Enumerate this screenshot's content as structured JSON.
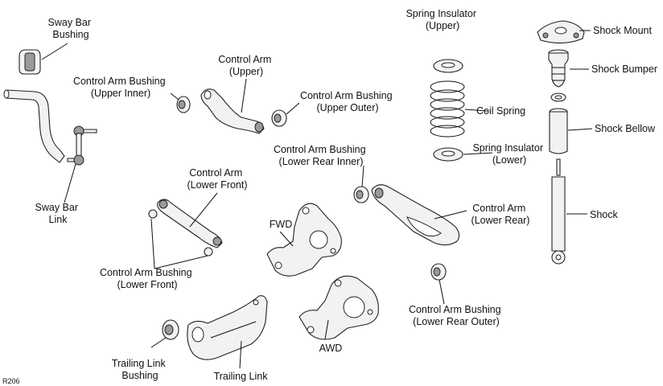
{
  "diagram_ref": "R206",
  "labels": {
    "sway_bar_bushing": [
      "Sway Bar",
      "Bushing"
    ],
    "sway_bar_link": [
      "Sway Bar",
      "Link"
    ],
    "control_arm_bushing_upper_inner": [
      "Control Arm Bushing",
      "(Upper Inner)"
    ],
    "control_arm_upper": [
      "Control Arm",
      "(Upper)"
    ],
    "control_arm_bushing_upper_outer": [
      "Control Arm Bushing",
      "(Upper Outer)"
    ],
    "control_arm_bushing_lower_rear_inner": [
      "Control Arm Bushing",
      "(Lower Rear Inner)"
    ],
    "control_arm_lower_front": [
      "Control Arm",
      "(Lower Front)"
    ],
    "control_arm_bushing_lower_front": [
      "Control Arm Bushing",
      "(Lower Front)"
    ],
    "control_arm_lower_rear": [
      "Control Arm",
      "(Lower Rear)"
    ],
    "control_arm_bushing_lower_rear_outer": [
      "Control Arm Bushing",
      "(Lower Rear Outer)"
    ],
    "fwd": [
      "FWD"
    ],
    "awd": [
      "AWD"
    ],
    "trailing_link_bushing": [
      "Trailing Link",
      "Bushing"
    ],
    "trailing_link": [
      "Trailing Link"
    ],
    "spring_insulator_upper": [
      "Spring Insulator",
      "(Upper)"
    ],
    "coil_spring": [
      "Coil Spring"
    ],
    "spring_insulator_lower": [
      "Spring Insulator",
      "(Lower)"
    ],
    "shock_mount": [
      "Shock Mount"
    ],
    "shock_bumper": [
      "Shock Bumper"
    ],
    "shock_bellow": [
      "Shock Bellow"
    ],
    "shock": [
      "Shock"
    ]
  }
}
